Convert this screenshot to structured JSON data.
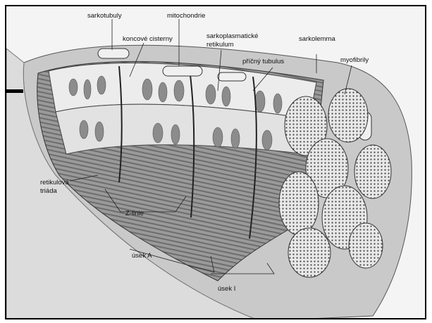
{
  "labels": {
    "sarkotubuly": "sarkotubuly",
    "mitochondrie": "mitochondrie",
    "koncove_cisterny": "koncové cisterny",
    "sarkoplasmaticke_1": "sarkoplasmatické",
    "sarkoplasmaticke_2": "retikulum",
    "pricny_tubulus": "příčný tubulus",
    "sarkolemma": "sarkolemma",
    "myofibrily": "myofibrily",
    "retikulova_1": "retikulová",
    "retikulova_2": "triáda",
    "z_linie": "Z-linie",
    "usek_a": "úsek A",
    "usek_i": "úsek I"
  },
  "colors": {
    "frame": "#000000",
    "background": "#f4f4f4",
    "membrane": "#cfcfcf",
    "fiber_shade": "#8a8a8a",
    "reticulum": "#e6e6e6"
  }
}
